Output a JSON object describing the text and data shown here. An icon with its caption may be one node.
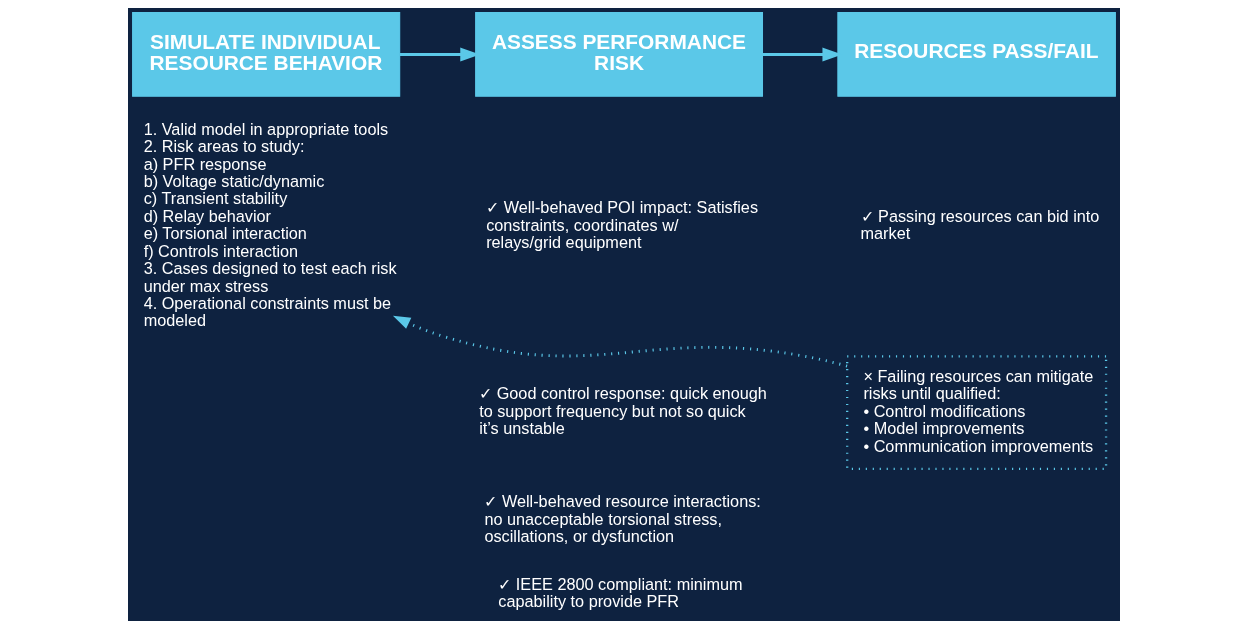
{
  "diagram": {
    "nodes": [
      {
        "text": [
          "SIMULATE INDIVIDUAL RESOURCE BEHAVIOR"
        ]
      },
      {
        "text": [
          "ASSESS PERFORMANCE RISK"
        ]
      },
      {
        "text": [
          "RESOURCES PASS/FAIL"
        ]
      },
      {
        "text": [
          "1. Valid model in appropriate tools",
          "2. Risk areas to study:",
          "a) PFR response",
          "b) Voltage static/dynamic",
          "c) Transient stability",
          "d) Relay behavior",
          "e) Torsional interaction",
          "f) Controls interaction",
          "3. Cases designed to test each risk under max stress",
          "4. Operational constraints must be modeled"
        ]
      },
      {
        "text": [
          "× Failing resources can mitigate risks until qualified:",
          "• Control modifications",
          "• Model improvements",
          "• Communication improvements"
        ]
      }
    ],
    "edges": [
      {
        "from": 0,
        "to": 1,
        "arrow": "to"
      },
      {
        "from": 1,
        "to": 2,
        "arrow": "to"
      },
      {
        "from": 4,
        "to": 3,
        "arrow": "to",
        "style": "dashed"
      }
    ],
    "labels": [
      "✓ Well-behaved POI impact: Satisfies constraints, coordinates w/ relays/grid equipment",
      "✓ Good control response: quick enough to support frequency but not so quick it’s unstable",
      "✓ Well-behaved resource interactions: no unacceptable torsional stress, oscillations, or dysfunction",
      "✓ IEEE 2800 compliant: minimum capability to provide PFR",
      "✓ Passing resources can bid into market"
    ]
  }
}
